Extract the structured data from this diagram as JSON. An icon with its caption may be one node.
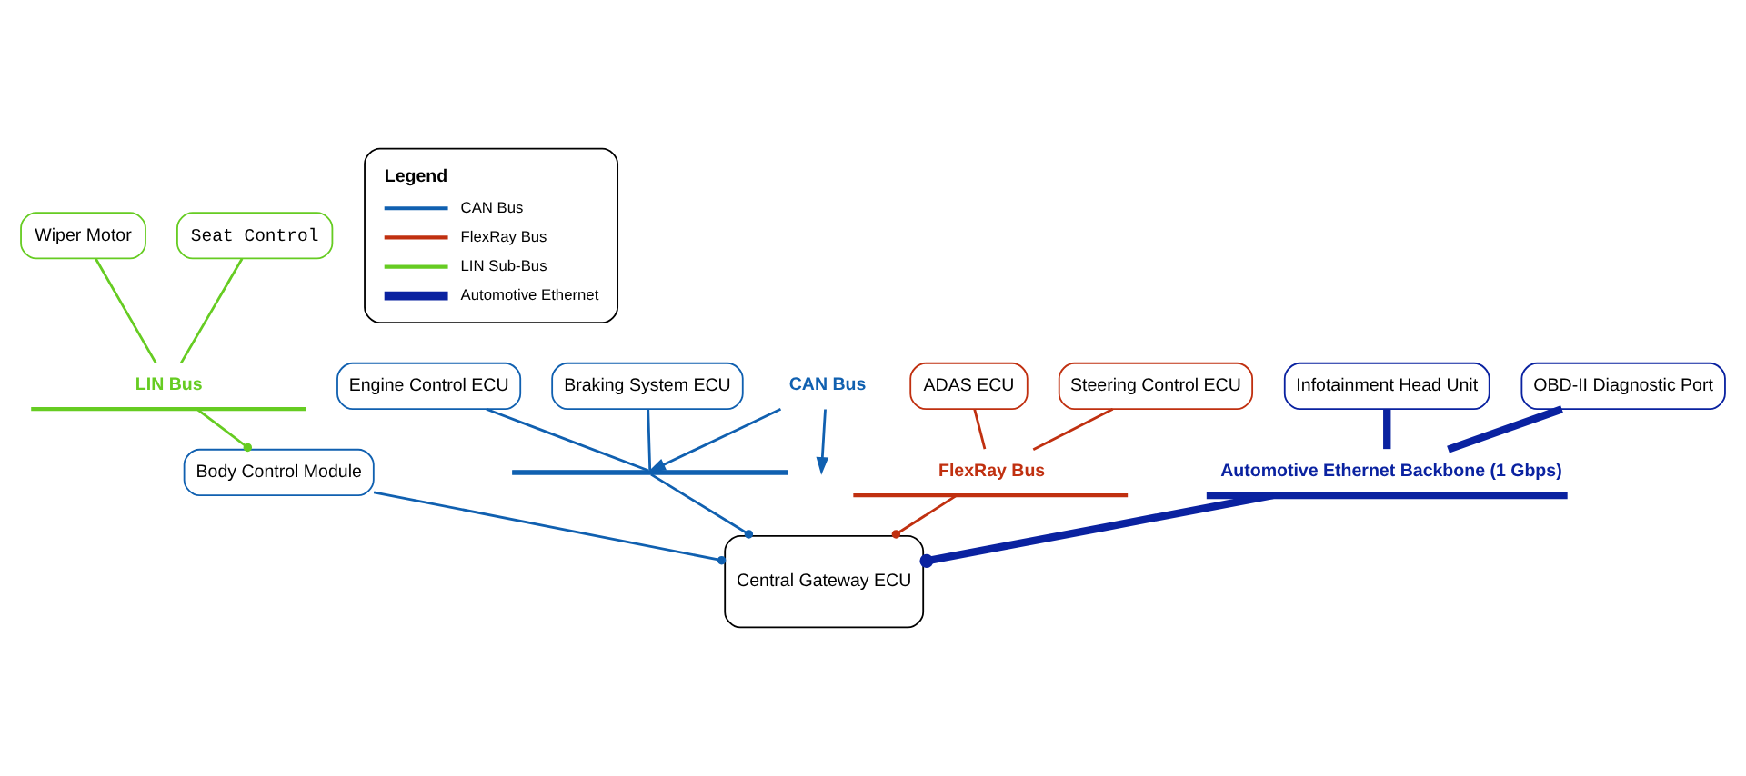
{
  "diagram": {
    "nodes": [
      {
        "text": [
          "Wiper Motor"
        ]
      },
      {
        "text": [
          "Seat Control"
        ]
      },
      {
        "text": [
          "Body Control Module"
        ]
      },
      {
        "text": [
          "Engine Control ECU"
        ]
      },
      {
        "text": [
          "Braking System ECU"
        ]
      },
      {
        "text": [
          "Central Gateway ECU"
        ]
      },
      {
        "text": [
          "ADAS ECU"
        ]
      },
      {
        "text": [
          "Steering Control ECU"
        ]
      },
      {
        "text": [
          "Infotainment Head Unit"
        ]
      },
      {
        "text": [
          "OBD-II Diagnostic Port"
        ]
      },
      {
        "text": [
          "LIN Bus"
        ]
      },
      {
        "text": [],
        "shape": "bar"
      },
      {
        "text": [
          "CAN Bus"
        ]
      },
      {
        "text": [
          "FlexRay Bus"
        ]
      },
      {
        "text": [
          "Automotive Ethernet Backbone (1 Gbps)"
        ]
      }
    ],
    "edges": [
      {
        "from": 0,
        "to": 10,
        "arrow": "none",
        "color": "#66cc22"
      },
      {
        "from": 1,
        "to": 10,
        "arrow": "none",
        "color": "#66cc22"
      },
      {
        "from": 10,
        "to": 2,
        "arrow": "other",
        "color": "#66cc22"
      },
      {
        "from": 2,
        "to": 5,
        "arrow": "other",
        "color": "#1060b0"
      },
      {
        "from": 3,
        "to": 11,
        "arrow": "none",
        "color": "#1060b0"
      },
      {
        "from": 4,
        "to": 11,
        "arrow": "none",
        "color": "#1060b0"
      },
      {
        "from": 11,
        "to": 5,
        "arrow": "other",
        "color": "#1060b0"
      },
      {
        "from": 12,
        "to": null,
        "arrow": "to",
        "color": "#1060b0"
      },
      {
        "from": 12,
        "to": 11,
        "arrow": "to",
        "color": "#1060b0"
      },
      {
        "from": 6,
        "to": 13,
        "arrow": "none",
        "color": "#c03010"
      },
      {
        "from": 7,
        "to": 13,
        "arrow": "none",
        "color": "#c03010"
      },
      {
        "from": 13,
        "to": 5,
        "arrow": "other",
        "color": "#c03010"
      },
      {
        "from": 8,
        "to": 14,
        "arrow": "none",
        "color": "#0a22a0",
        "style": "thick"
      },
      {
        "from": 9,
        "to": 14,
        "arrow": "none",
        "color": "#0a22a0",
        "style": "thick"
      },
      {
        "from": 14,
        "to": 5,
        "arrow": "other",
        "color": "#0a22a0",
        "style": "thick"
      }
    ],
    "labels": [
      "Legend"
    ],
    "legend": [
      {
        "text": "CAN Bus"
      },
      {
        "text": "FlexRay Bus"
      },
      {
        "text": "LIN Sub-Bus"
      },
      {
        "text": "Automotive Ethernet"
      }
    ]
  }
}
